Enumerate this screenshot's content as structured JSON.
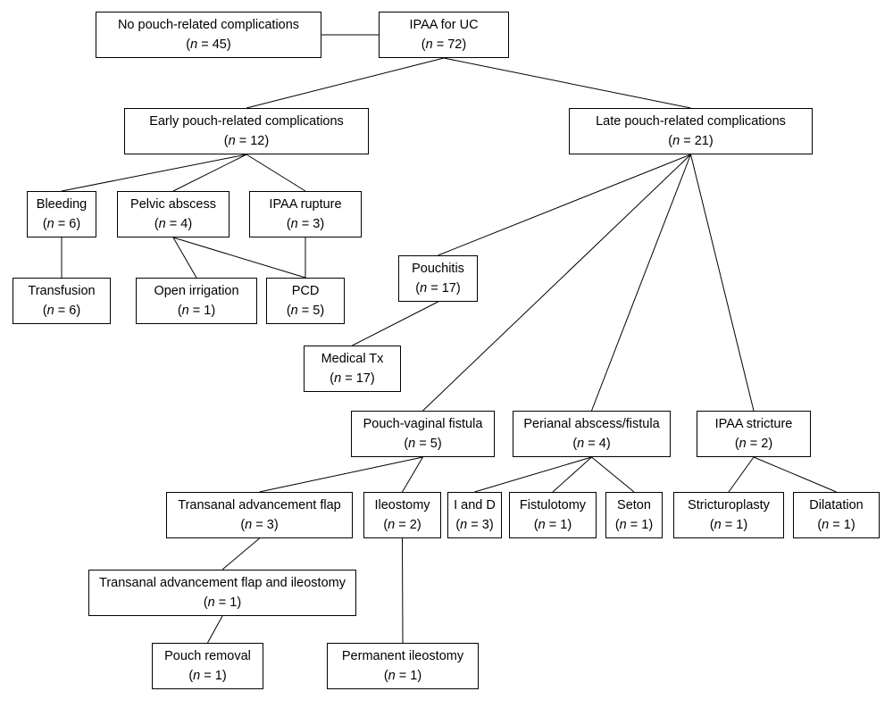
{
  "colors": {
    "line": "#000000",
    "box_border": "#000000",
    "background": "#ffffff"
  },
  "nodes": {
    "ipaa_uc": {
      "title": "IPAA for UC",
      "n_var": "n",
      "n_eq": " = 72"
    },
    "no_comp": {
      "title": "No pouch-related complications",
      "n_var": "n",
      "n_eq": " = 45"
    },
    "early": {
      "title": "Early pouch-related complications",
      "n_var": "n",
      "n_eq": " = 12"
    },
    "late": {
      "title": "Late pouch-related complications",
      "n_var": "n",
      "n_eq": " = 21"
    },
    "bleeding": {
      "title": "Bleeding",
      "n_var": "n",
      "n_eq": " = 6"
    },
    "pelvic_abscess": {
      "title": "Pelvic abscess",
      "n_var": "n",
      "n_eq": " = 4"
    },
    "ipaa_rupture": {
      "title": "IPAA rupture",
      "n_var": "n",
      "n_eq": " = 3"
    },
    "transfusion": {
      "title": "Transfusion",
      "n_var": "n",
      "n_eq": " = 6"
    },
    "open_irrigation": {
      "title": "Open irrigation",
      "n_var": "n",
      "n_eq": " = 1"
    },
    "pcd": {
      "title": "PCD",
      "n_var": "n",
      "n_eq": " = 5"
    },
    "pouchitis": {
      "title": "Pouchitis",
      "n_var": "n",
      "n_eq": " = 17"
    },
    "medical_tx": {
      "title": "Medical Tx",
      "n_var": "n",
      "n_eq": " = 17"
    },
    "pouch_vaginal": {
      "title": "Pouch-vaginal fistula",
      "n_var": "n",
      "n_eq": " = 5"
    },
    "perianal": {
      "title": "Perianal abscess/fistula",
      "n_var": "n",
      "n_eq": " = 4"
    },
    "ipaa_stricture": {
      "title": "IPAA stricture",
      "n_var": "n",
      "n_eq": " = 2"
    },
    "transanal_flap": {
      "title": "Transanal advancement flap",
      "n_var": "n",
      "n_eq": " = 3"
    },
    "ileostomy": {
      "title": "Ileostomy",
      "n_var": "n",
      "n_eq": " = 2"
    },
    "i_and_d": {
      "title": "I and D",
      "n_var": "n",
      "n_eq": " = 3"
    },
    "fistulotomy": {
      "title": "Fistulotomy",
      "n_var": "n",
      "n_eq": " = 1"
    },
    "seton": {
      "title": "Seton",
      "n_var": "n",
      "n_eq": " = 1"
    },
    "stricturoplasty": {
      "title": "Stricturoplasty",
      "n_var": "n",
      "n_eq": " = 1"
    },
    "dilatation": {
      "title": "Dilatation",
      "n_var": "n",
      "n_eq": " = 1"
    },
    "transanal_flap_ileostomy": {
      "title": "Transanal advancement flap and ileostomy",
      "n_var": "n",
      "n_eq": " = 1"
    },
    "pouch_removal": {
      "title": "Pouch removal",
      "n_var": "n",
      "n_eq": " = 1"
    },
    "permanent_ileostomy": {
      "title": "Permanent ileostomy",
      "n_var": "n",
      "n_eq": " = 1"
    }
  },
  "edges": [
    [
      "no_comp",
      "ipaa_uc"
    ],
    [
      "ipaa_uc",
      "early"
    ],
    [
      "ipaa_uc",
      "late"
    ],
    [
      "early",
      "bleeding"
    ],
    [
      "early",
      "pelvic_abscess"
    ],
    [
      "early",
      "ipaa_rupture"
    ],
    [
      "bleeding",
      "transfusion"
    ],
    [
      "pelvic_abscess",
      "open_irrigation"
    ],
    [
      "pelvic_abscess",
      "pcd"
    ],
    [
      "ipaa_rupture",
      "pcd"
    ],
    [
      "late",
      "pouchitis"
    ],
    [
      "late",
      "pouch_vaginal"
    ],
    [
      "late",
      "perianal"
    ],
    [
      "late",
      "ipaa_stricture"
    ],
    [
      "pouchitis",
      "medical_tx"
    ],
    [
      "pouch_vaginal",
      "transanal_flap"
    ],
    [
      "pouch_vaginal",
      "ileostomy"
    ],
    [
      "perianal",
      "i_and_d"
    ],
    [
      "perianal",
      "fistulotomy"
    ],
    [
      "perianal",
      "seton"
    ],
    [
      "ipaa_stricture",
      "stricturoplasty"
    ],
    [
      "ipaa_stricture",
      "dilatation"
    ],
    [
      "transanal_flap",
      "transanal_flap_ileostomy"
    ],
    [
      "transanal_flap_ileostomy",
      "pouch_removal"
    ],
    [
      "ileostomy",
      "permanent_ileostomy"
    ]
  ]
}
